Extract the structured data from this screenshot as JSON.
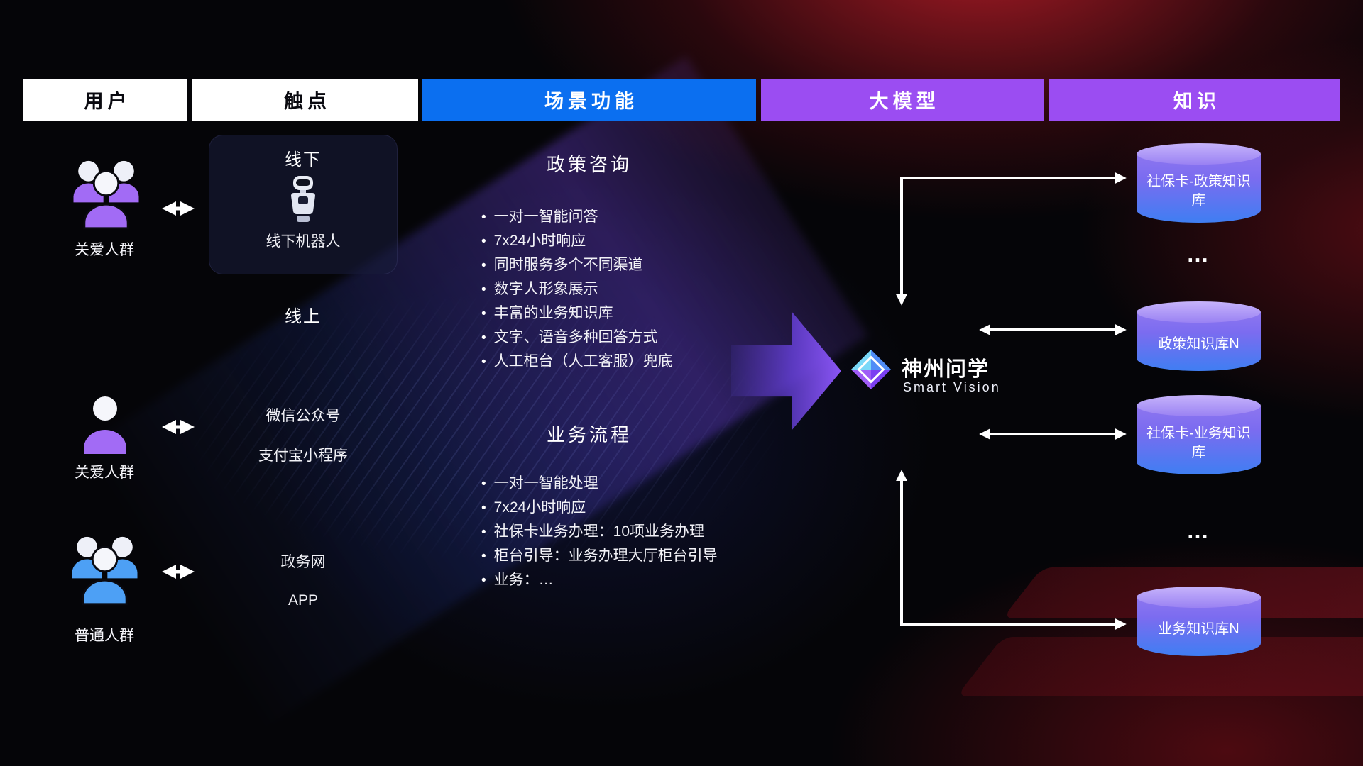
{
  "header": {
    "col_user": "用户",
    "col_touchpoint": "触点",
    "col_scene": "场景功能",
    "col_model": "大模型",
    "col_knowledge": "知识"
  },
  "users": [
    {
      "label": "关爱人群",
      "type": "care-group"
    },
    {
      "label": "关爱人群",
      "type": "care-single"
    },
    {
      "label": "普通人群",
      "type": "public-group"
    }
  ],
  "touchpoints": {
    "offline_title": "线下",
    "robot_label": "线下机器人",
    "online_title": "线上",
    "wechat": "微信公众号",
    "alipay": "支付宝小程序",
    "gov_web": "政务网",
    "app": "APP"
  },
  "scene": {
    "policy": {
      "title": "政策咨询",
      "items": [
        "一对一智能问答",
        "7x24小时响应",
        "同时服务多个不同渠道",
        "数字人形象展示",
        "丰富的业务知识库",
        "文字、语音多种回答方式",
        "人工柜台（人工客服）兜底"
      ]
    },
    "business": {
      "title": "业务流程",
      "items": [
        "一对一智能处理",
        "7x24小时响应",
        "社保卡业务办理：10项业务办理",
        "柜台引导：业务办理大厅柜台引导",
        "业务：…"
      ]
    }
  },
  "model": {
    "brand": "神州问学",
    "sub": "Smart Vision"
  },
  "knowledge": {
    "db1": {
      "label": "社保卡-政策知识库"
    },
    "db2": {
      "label": "政策知识库N"
    },
    "db3": {
      "label": "社保卡-业务知识库"
    },
    "db4": {
      "label": "业务知识库N"
    },
    "dots": "…"
  },
  "colors": {
    "header_blue": "#0b6ff0",
    "header_purple": "#9b4df2",
    "care_purple": "#a26bf5",
    "public_blue": "#4da0f5",
    "flow_arrow_purple": "#8a55f5",
    "db_purple": "#8e76ef",
    "db_blue": "#3f7ef2"
  }
}
